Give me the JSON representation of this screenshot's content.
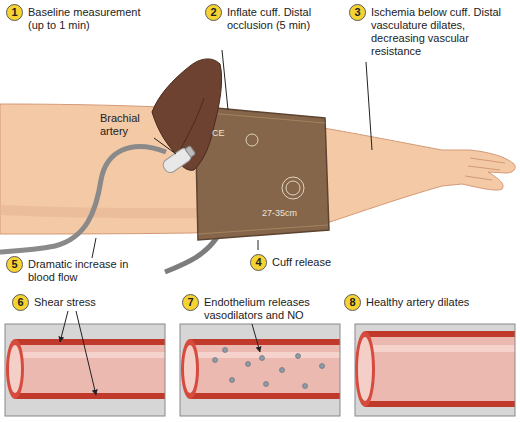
{
  "diagram": {
    "nodes": [
      {
        "text": [
          "1",
          "Baseline measurement (up to 1 min)"
        ]
      },
      {
        "text": [
          "2",
          "Inflate cuff. Distal occlusion (5 min)"
        ]
      },
      {
        "text": [
          "3",
          "Ischemia below cuff. Distal vasculature dilates, decreasing vascular resistance"
        ]
      },
      {
        "text": [
          "4",
          "Cuff release"
        ]
      },
      {
        "text": [
          "5",
          "Dramatic increase in blood flow"
        ]
      },
      {
        "text": [
          "6",
          "Shear stress"
        ]
      },
      {
        "text": [
          "7",
          "Endothelium releases vasodilators and NO"
        ]
      },
      {
        "text": [
          "8",
          "Healthy artery dilates"
        ]
      }
    ],
    "labels": [
      "Brachial artery",
      "CE",
      "27-35cm"
    ]
  }
}
